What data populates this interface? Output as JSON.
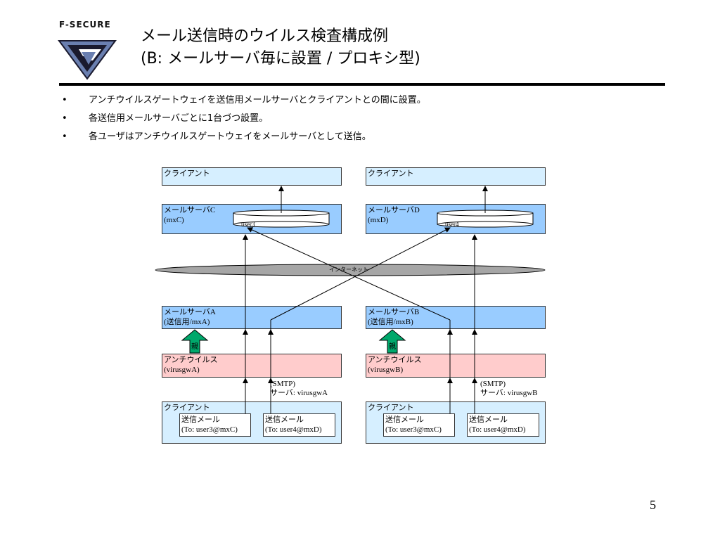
{
  "header": {
    "logo_text": "F-SECURE",
    "title_line1": "メール送信時のウイルス検査構成例",
    "title_line2": "(B: メールサーバ毎に設置 / プロキシ型)"
  },
  "bullets": [
    "アンチウイルスゲートウェイを送信用メールサーバとクライアントとの間に設置。",
    "各送信用メールサーバごとに1台づつ設置。",
    "各ユーザはアンチウイルスゲートウェイをメールサーバとして送信。"
  ],
  "diagram": {
    "client_top_left": "クライアント",
    "client_top_right": "クライアント",
    "server_c": "メールサーバC\n(mxC)",
    "server_d": "メールサーバD\n(mxD)",
    "mailbox_c": "user3",
    "mailbox_d": "user4",
    "internet": "インターネット",
    "server_a": "メールサーバA\n(送信用/mxA)",
    "server_b": "メールサーバB\n(送信用/mxB)",
    "parent_left": "親",
    "parent_right": "親",
    "gw_a": "アンチウイルス\n(virusgwA)",
    "gw_b": "アンチウイルス\n(virusgwB)",
    "smtp_left": "(SMTP)\nサーバ: virusgwA",
    "smtp_right": "(SMTP)\nサーバ: virusgwB",
    "client_bottom_left": "クライアント",
    "client_bottom_right": "クライアント",
    "mail_left_1": "送信メール\n(To: user3@mxC)",
    "mail_left_2": "送信メール\n(To: user4@mxD)",
    "mail_right_1": "送信メール\n(To: user3@mxC)",
    "mail_right_2": "送信メール\n(To: user4@mxD)"
  },
  "colors": {
    "client": "#d6efff",
    "server": "#99ccff",
    "antivirus": "#ffcccc",
    "parent_arrow": "#00a86b",
    "internet": "#a6a6a6"
  },
  "footer": {
    "page_number": "5"
  }
}
